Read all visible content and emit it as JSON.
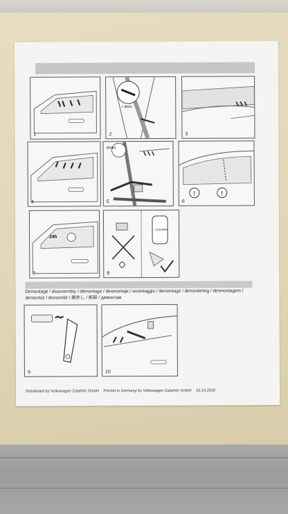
{
  "steps": [
    {
      "number": "1"
    },
    {
      "number": "2"
    },
    {
      "number": "3"
    },
    {
      "number": "4"
    },
    {
      "number": "5"
    },
    {
      "number": "6"
    },
    {
      "number": "7"
    },
    {
      "number": "8"
    },
    {
      "number": "9"
    },
    {
      "number": "10"
    }
  ],
  "callouts": {
    "gap_label": "< 8mm",
    "time_label": "20mm",
    "cure_label": "24h",
    "cleaner_label": "CLEANER"
  },
  "disassembly": {
    "heading": "Demontage / disassembly / démontage / desmontaje / smontaggio / demontage / demontering / desmontagem / demontaż / demontáž / 脱外し / 拆卸 / демонтаж"
  },
  "footer": {
    "distributor": "Distributed by Volkswagen Zubehör GmbH",
    "printed": "Printed in Germany by Volkswagen Zubehör GmbH",
    "date": "23.10.2020"
  },
  "colors": {
    "paper": "#f4f4f2",
    "line_art": "#555555",
    "header_bar": "#c6c6c6"
  }
}
